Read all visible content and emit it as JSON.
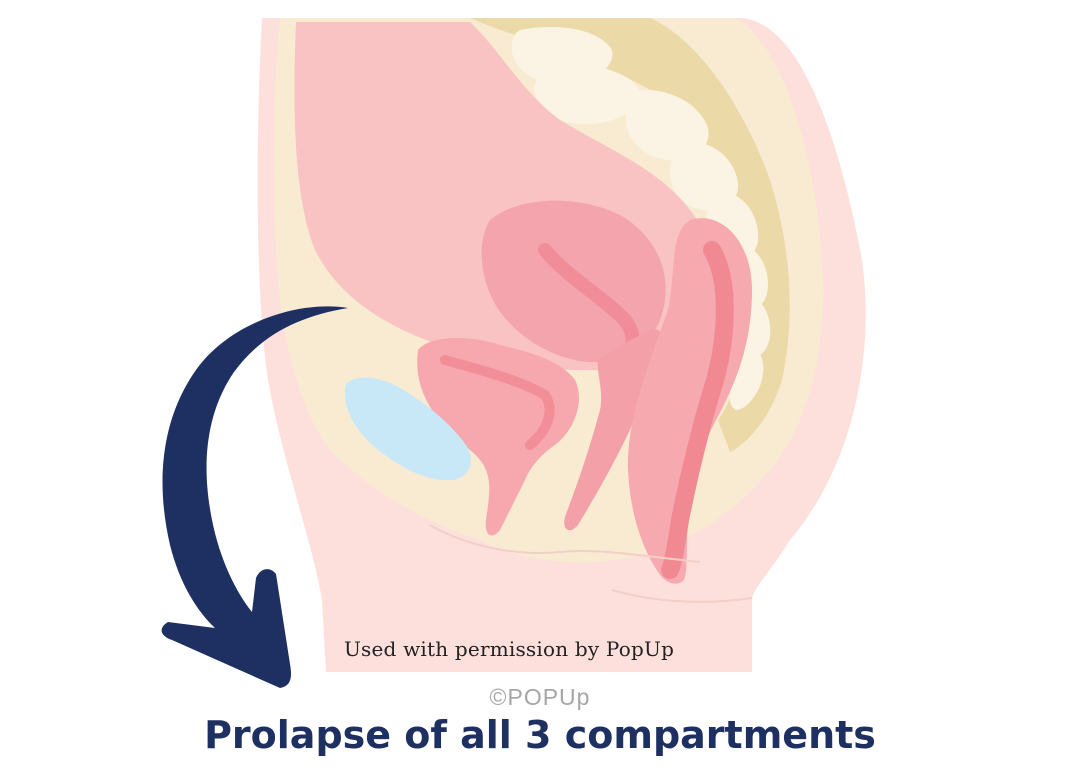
{
  "caption": {
    "permission": "Used with permission by PopUp",
    "watermark": "©POPUp",
    "title": "Prolapse of all 3 compartments"
  },
  "colors": {
    "navy": "#1d3061",
    "watermark_gray": "#a6a6a6",
    "skin": "#fde0db",
    "fat": "#f8ebd2",
    "bone": "#fbf4e4",
    "organ": "#f6b3b7",
    "bladder": "#c8e8f8"
  },
  "icons": {
    "arrow": "curved-down-arrow"
  }
}
